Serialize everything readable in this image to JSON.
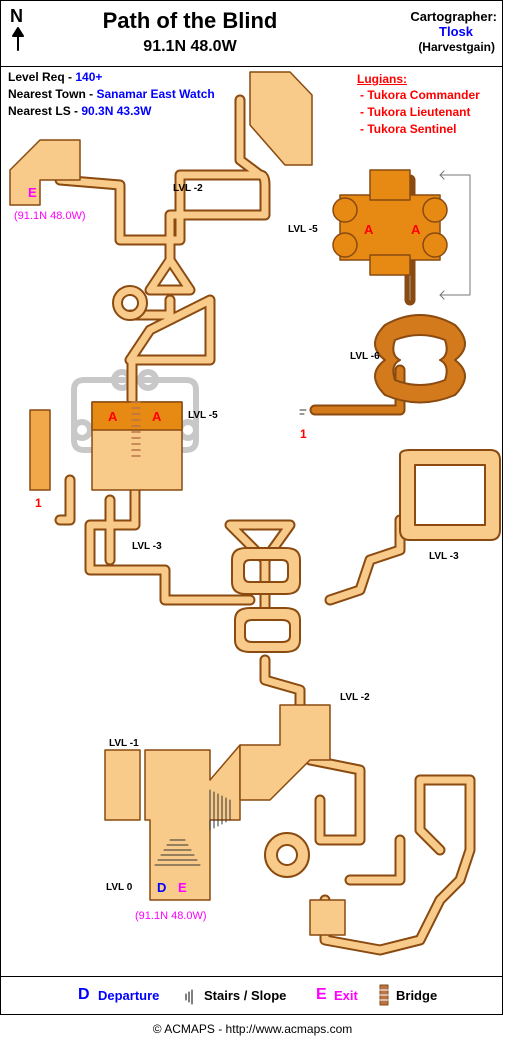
{
  "header": {
    "north_label": "N",
    "title": "Path of the Blind",
    "coordinates": "91.1N 48.0W",
    "cartographer_heading": "Cartographer:",
    "cartographer_name": "Tlosk",
    "cartographer_guild": "(Harvestgain)"
  },
  "info": {
    "level_req_label": "Level Req - ",
    "level_req_value": "140+",
    "nearest_town_label": "Nearest Town - ",
    "nearest_town_value": "Sanamar East Watch",
    "nearest_ls_label": "Nearest LS - ",
    "nearest_ls_value": "90.3N 43.3W"
  },
  "lugians": {
    "heading": "Lugians:",
    "items": [
      "- Tukora Commander",
      "- Tukora Lieutenant",
      "- Tukora Sentinel"
    ]
  },
  "map_labels": {
    "lvl_m2_top": "LVL -2",
    "lvl_m5_right": "LVL -5",
    "lvl_m5_mid": "LVL -5",
    "lvl_m6": "LVL -6",
    "lvl_m3_left": "LVL -3",
    "lvl_m3_right": "LVL -3",
    "lvl_m2_lower": "LVL -2",
    "lvl_m1": "LVL -1",
    "lvl_0": "LVL 0",
    "exit_marker": "E",
    "exit_coords_top": "(91.1N 48.0W)",
    "exit_coords_bottom": "(91.1N 48.0W)",
    "depart_marker": "D",
    "exit_marker_bottom": "E",
    "altar_a": "A",
    "portal_1": "1"
  },
  "legend": {
    "departure_symbol": "D",
    "departure_label": "Departure",
    "stairs_label": "Stairs / Slope",
    "exit_symbol": "E",
    "exit_label": "Exit",
    "bridge_label": "Bridge"
  },
  "footer": "© ACMAPS - http://www.acmaps.com",
  "colors": {
    "room_light": "#f9cb8a",
    "room_mid": "#f0a84a",
    "room_orange": "#e68a14",
    "room_dark": "#d27a1c",
    "outline": "#8a4a10",
    "ghost": "#c8c8c8",
    "bridge": "#b9754a"
  }
}
